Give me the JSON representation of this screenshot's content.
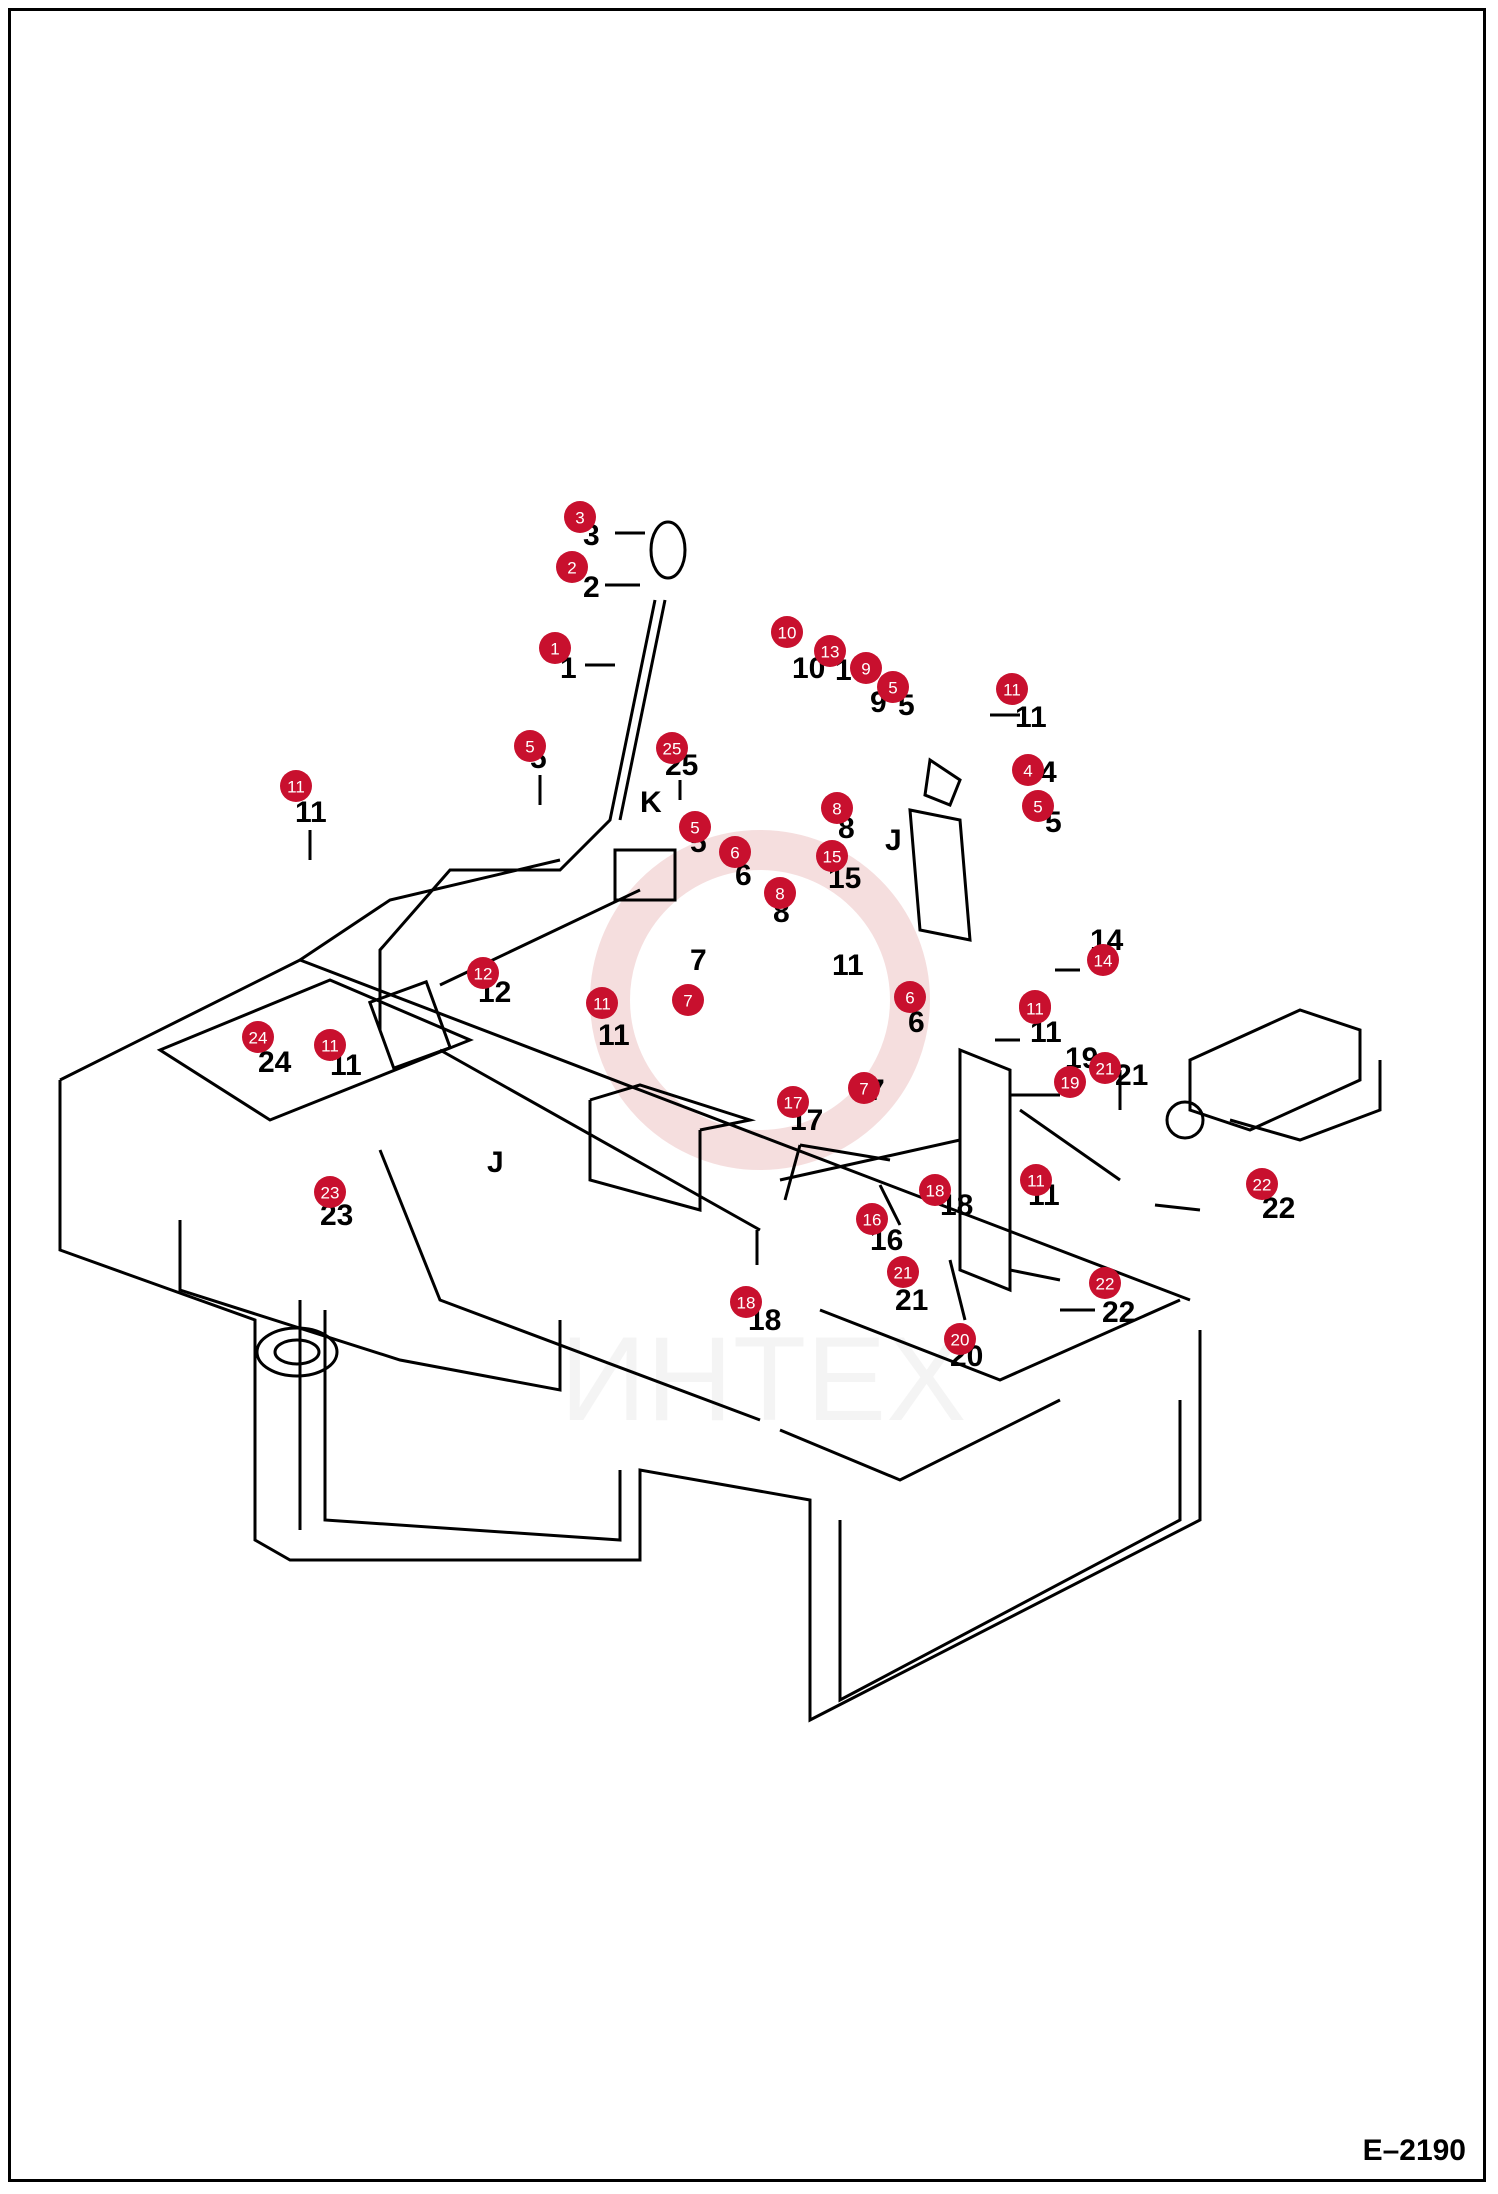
{
  "figure_code": "E–2190",
  "watermark": "ИНТЕХ",
  "colors": {
    "callout": "#c8102e",
    "line": "#000000",
    "watermark": "#d9d9d9"
  },
  "letters": [
    "K",
    "J",
    "J"
  ],
  "labels": [
    "3",
    "2",
    "1",
    "5",
    "25",
    "11",
    "12",
    "11",
    "24",
    "23",
    "5",
    "6",
    "8",
    "7",
    "11",
    "10",
    "13",
    "9",
    "5",
    "11",
    "4",
    "5",
    "8",
    "15",
    "14",
    "11",
    "6",
    "11",
    "7",
    "17",
    "19",
    "21",
    "16",
    "18",
    "18",
    "11",
    "21",
    "22",
    "20",
    "22"
  ],
  "callouts": [
    "3",
    "2",
    "1",
    "5",
    "25",
    "11",
    "5",
    "6",
    "8",
    "12",
    "7",
    "11",
    "11",
    "24",
    "23",
    "10",
    "13",
    "9",
    "5",
    "11",
    "4",
    "5",
    "8",
    "15",
    "14",
    "11",
    "6",
    "11",
    "7",
    "21",
    "19",
    "17",
    "18",
    "11",
    "16",
    "22",
    "21",
    "22",
    "18",
    "20"
  ]
}
